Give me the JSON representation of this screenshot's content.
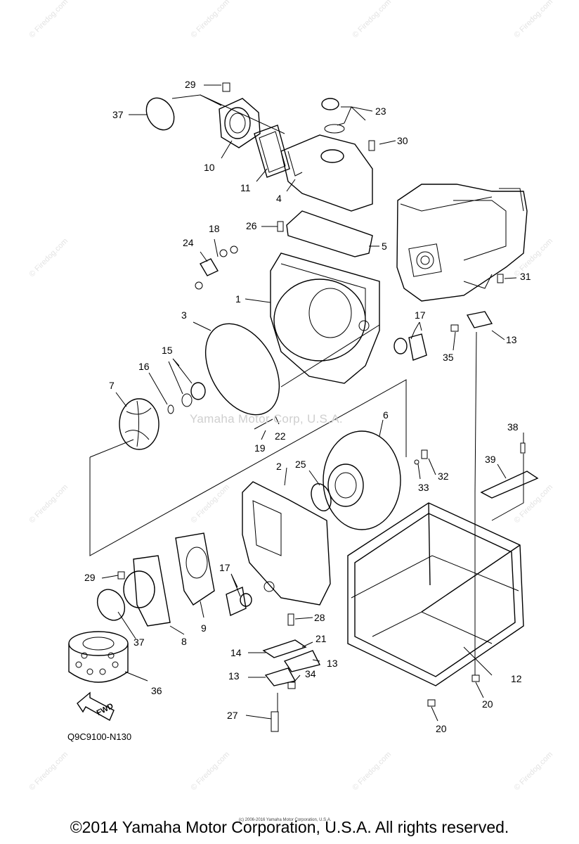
{
  "watermark": {
    "text": "© Firedog.com"
  },
  "center_watermark": "Yamaha Motor Corp, U.S.A.",
  "fwd_label": "FWD",
  "part_code": "Q9C9100-N130",
  "small_notice": "(c) 2006-2016 Yamaha Motor Corporation, U.S.A.",
  "copyright": "©2014 Yamaha Motor Corporation, U.S.A. All rights reserved.",
  "callouts": [
    "29",
    "37",
    "10",
    "11",
    "4",
    "23",
    "30",
    "26",
    "18",
    "24",
    "5",
    "1",
    "3",
    "15",
    "16",
    "7",
    "17",
    "35",
    "31",
    "13",
    "19",
    "22",
    "6",
    "25",
    "2",
    "33",
    "32",
    "38",
    "39",
    "29",
    "17",
    "9",
    "8",
    "37",
    "36",
    "28",
    "21",
    "14",
    "13",
    "13",
    "34",
    "27",
    "12",
    "20",
    "20"
  ]
}
